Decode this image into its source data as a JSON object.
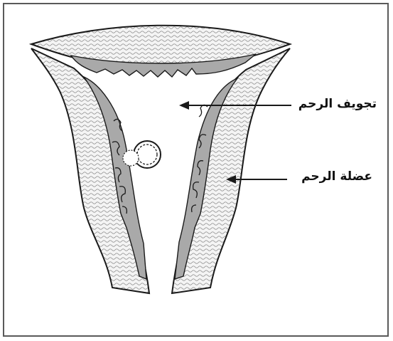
{
  "labels": {
    "cavity": "تجويف الرحم",
    "myometrium": "عضلة الرحم"
  },
  "colors": {
    "line": "#1a1a1a",
    "muscle_fill": "#f4f4f4",
    "muscle_texture": "#8a8a8a",
    "endometrium_fill": "#a9a9a9",
    "frame": "#5a5a5a"
  },
  "icons": {
    "implanted_embryo": "circle-cluster"
  }
}
